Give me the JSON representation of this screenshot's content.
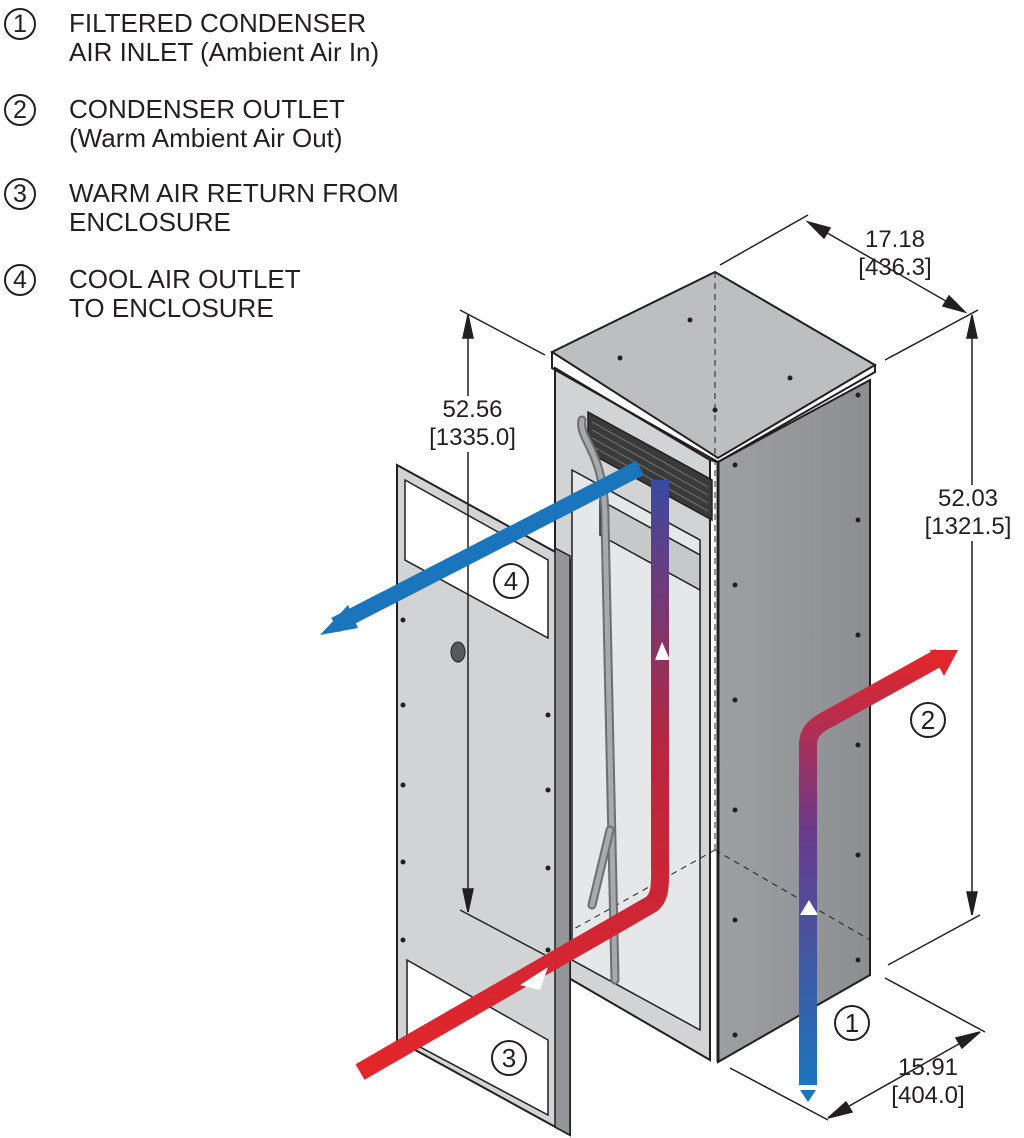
{
  "legend": [
    {
      "number": "1",
      "line1": "FILTERED CONDENSER",
      "line2": "AIR INLET (Ambient Air In)"
    },
    {
      "number": "2",
      "line1": "CONDENSER OUTLET",
      "line2": "(Warm Ambient Air Out)"
    },
    {
      "number": "3",
      "line1": "WARM AIR RETURN FROM",
      "line2": "ENCLOSURE"
    },
    {
      "number": "4",
      "line1": "COOL AIR OUTLET",
      "line2": "TO ENCLOSURE"
    }
  ],
  "dimensions": {
    "depth": {
      "inches": "17.18",
      "mm": "[436.3]"
    },
    "door_height": {
      "inches": "52.56",
      "mm": "[1335.0]"
    },
    "unit_height": {
      "inches": "52.03",
      "mm": "[1321.5]"
    },
    "width": {
      "inches": "15.91",
      "mm": "[404.0]"
    }
  },
  "callouts": {
    "c1": "1",
    "c2": "2",
    "c3": "3",
    "c4": "4"
  },
  "colors": {
    "hot": "#e3262a",
    "cool": "#1b75bc",
    "cabinet": "#a7a9ac",
    "outline": "#231f20"
  }
}
